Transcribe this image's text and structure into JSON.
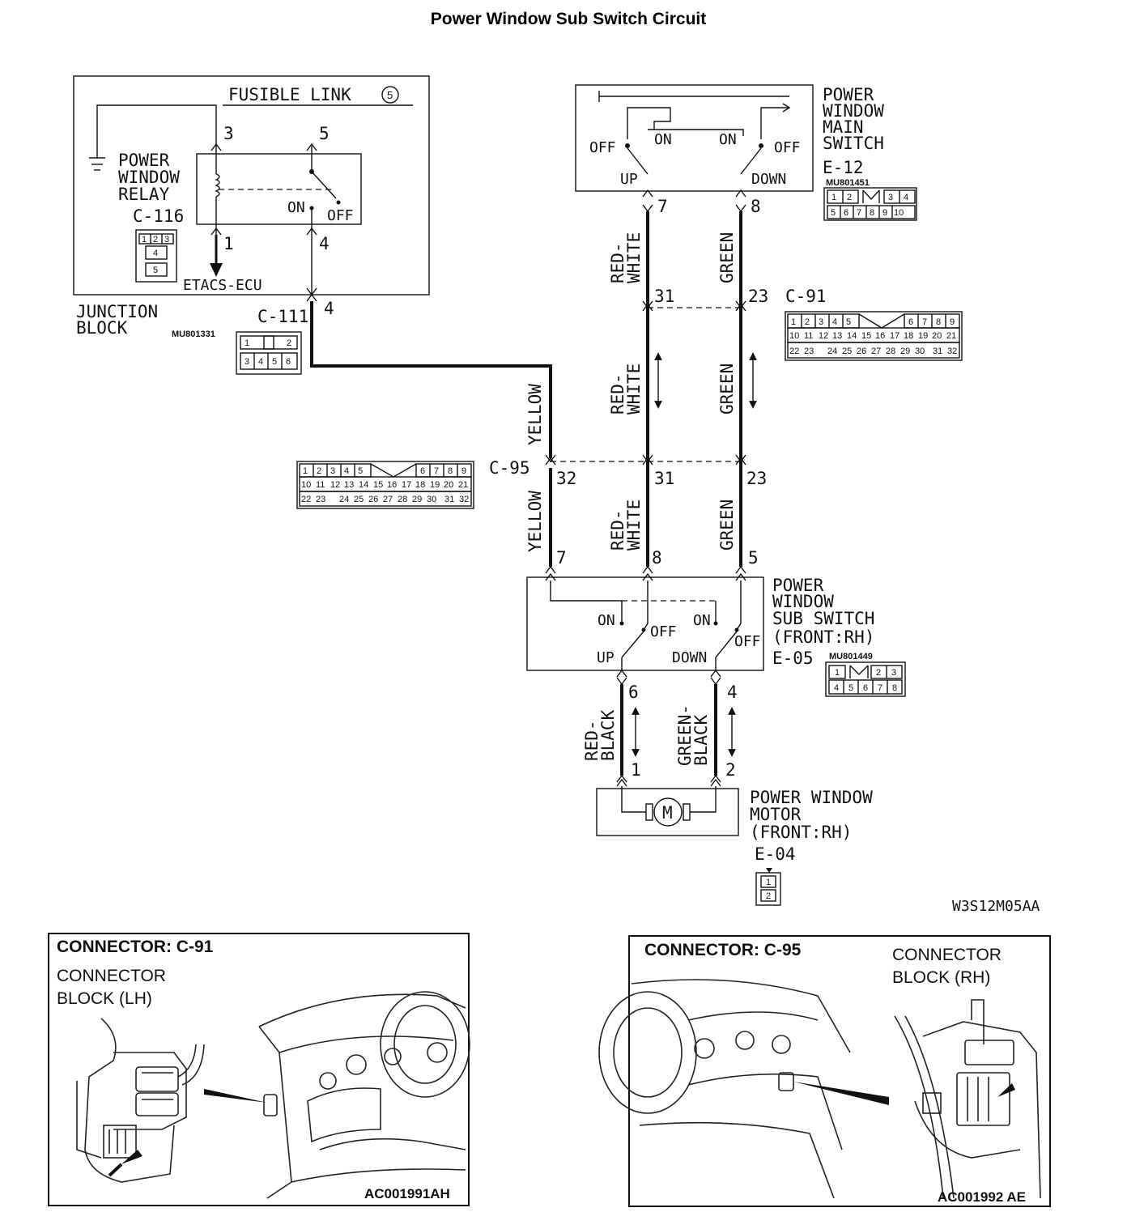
{
  "title": "Power Window Sub Switch Circuit",
  "junction_block": {
    "fusible_link": "FUSIBLE LINK",
    "fusible_link_num": "5",
    "relay": [
      "POWER",
      "WINDOW",
      "RELAY"
    ],
    "relay_connector": "C-116",
    "relay_pins": [
      "1",
      "2",
      "3",
      "4",
      "5"
    ],
    "pin3": "3",
    "pin5": "5",
    "pin1": "1",
    "pin4": "4",
    "on": "ON",
    "off": "OFF",
    "etacs": "ETACS-ECU",
    "block_label": [
      "JUNCTION",
      "BLOCK"
    ],
    "connector": "C-111",
    "connector_pin": "4",
    "part_code": "MU801331",
    "c111_pins": [
      "1",
      "2",
      "3",
      "4",
      "5",
      "6"
    ]
  },
  "main_switch": {
    "label": [
      "POWER",
      "WINDOW",
      "MAIN",
      "SWITCH"
    ],
    "connector": "E-12",
    "part_code": "MU801451",
    "off_left": "OFF",
    "on_left": "ON",
    "on_right": "ON",
    "off_right": "OFF",
    "up": "UP",
    "down": "DOWN",
    "pin7": "7",
    "pin8": "8",
    "pins": [
      "1",
      "2",
      "3",
      "4",
      "5",
      "6",
      "7",
      "8",
      "9",
      "10"
    ]
  },
  "c91": {
    "label": "C-91",
    "pin31": "31",
    "pin23": "23",
    "pins_row1": [
      "1",
      "2",
      "3",
      "4",
      "5",
      "6",
      "7",
      "8",
      "9"
    ],
    "pins_row2": [
      "10",
      "11",
      "12",
      "13",
      "14",
      "15",
      "16",
      "17",
      "18",
      "19",
      "20",
      "21"
    ],
    "pins_row3": [
      "22",
      "23",
      "24",
      "25",
      "26",
      "27",
      "28",
      "29",
      "30",
      "31",
      "32"
    ]
  },
  "c95": {
    "label": "C-95",
    "pin32": "32",
    "pin31": "31",
    "pin23": "23",
    "pins_row1": [
      "1",
      "2",
      "3",
      "4",
      "5",
      "6",
      "7",
      "8",
      "9"
    ],
    "pins_row2": [
      "10",
      "11",
      "12",
      "13",
      "14",
      "15",
      "16",
      "17",
      "18",
      "19",
      "20",
      "21"
    ],
    "pins_row3": [
      "22",
      "23",
      "24",
      "25",
      "26",
      "27",
      "28",
      "29",
      "30",
      "31",
      "32"
    ]
  },
  "wires": {
    "red_white": [
      "RED-",
      "WHITE"
    ],
    "green": "GREEN",
    "yellow": "YELLOW",
    "red_black": [
      "RED-",
      "BLACK"
    ],
    "green_black": [
      "GREEN-",
      "BLACK"
    ]
  },
  "sub_switch": {
    "label": [
      "POWER",
      "WINDOW",
      "SUB SWITCH",
      "(FRONT:RH)"
    ],
    "connector": "E-05",
    "part_code": "MU801449",
    "on_left": "ON",
    "off_left": "OFF",
    "on_right": "ON",
    "off_right": "OFF",
    "up": "UP",
    "down": "DOWN",
    "pin7": "7",
    "pin8": "8",
    "pin5": "5",
    "pin6": "6",
    "pin4": "4",
    "pins": [
      "1",
      "2",
      "3",
      "4",
      "5",
      "6",
      "7",
      "8"
    ]
  },
  "motor": {
    "label": [
      "POWER WINDOW",
      "MOTOR",
      "(FRONT:RH)"
    ],
    "connector": "E-04",
    "symbol": "M",
    "pin1": "1",
    "pin2": "2",
    "pins": [
      "1",
      "2"
    ]
  },
  "diagram_code": "W3S12M05AA",
  "panel_left": {
    "title": "CONNECTOR: C-91",
    "caption": [
      "CONNECTOR",
      "BLOCK (LH)"
    ],
    "code": "AC001991AH"
  },
  "panel_right": {
    "title": "CONNECTOR: C-95",
    "caption": [
      "CONNECTOR",
      "BLOCK (RH)"
    ],
    "code": "AC001992 AE"
  }
}
